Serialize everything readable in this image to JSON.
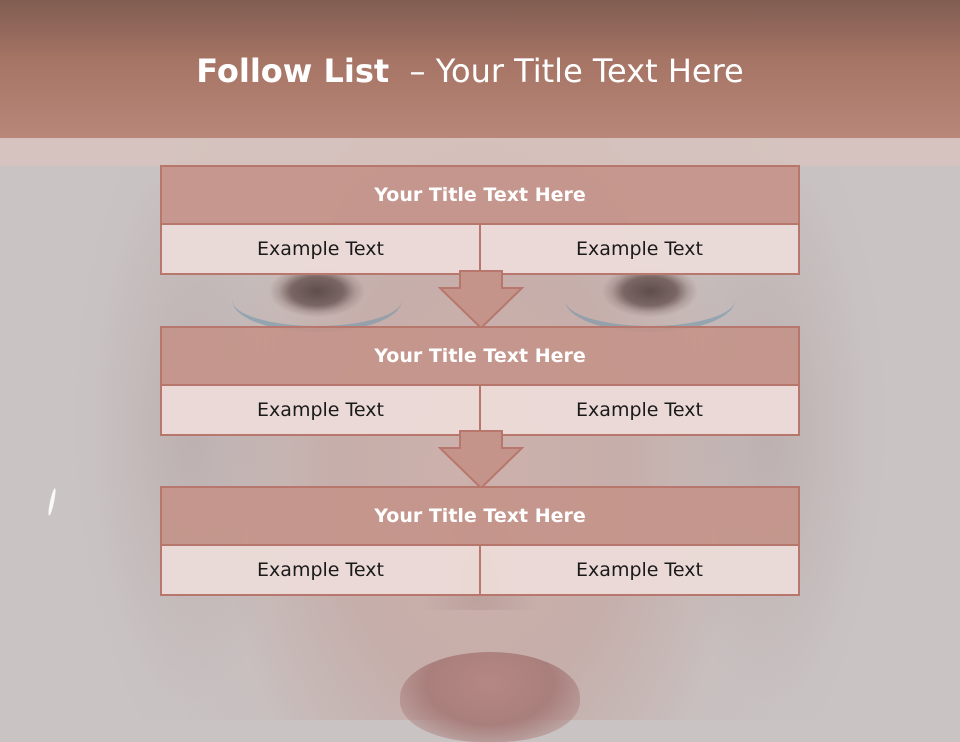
{
  "slide": {
    "title_bold": "Follow List",
    "title_rest": "  – Your Title Text Here"
  },
  "boxes": [
    {
      "title": "Your Title Text Here",
      "left": "Example Text",
      "right": "Example Text"
    },
    {
      "title": "Your Title Text Here",
      "left": "Example Text",
      "right": "Example Text"
    },
    {
      "title": "Your Title Text Here",
      "left": "Example Text",
      "right": "Example Text"
    }
  ],
  "colors": {
    "header": "#a77565",
    "box_title_fill": "#c4948a",
    "box_row_fill": "#ecdbd8",
    "border": "#b8776c"
  }
}
